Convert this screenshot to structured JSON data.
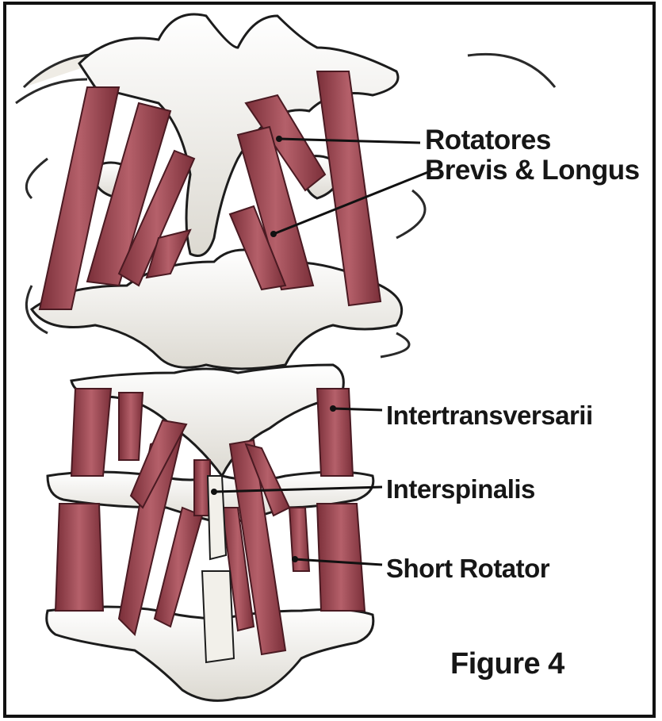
{
  "figure": {
    "labels": {
      "rotatores_line1": "Rotatores",
      "rotatores_line2": "Brevis & Longus",
      "intertransversarii": "Intertransversarii",
      "interspinalis": "Interspinalis",
      "short_rotator": "Short Rotator"
    },
    "caption": "Figure 4"
  },
  "colors": {
    "muscle": "#a84f5a",
    "muscle_dark": "#6e2530",
    "bone": "#f2f0ea",
    "bone_shade": "#c9c6bd",
    "outline": "#1c1c1c",
    "frame": "#111111"
  }
}
